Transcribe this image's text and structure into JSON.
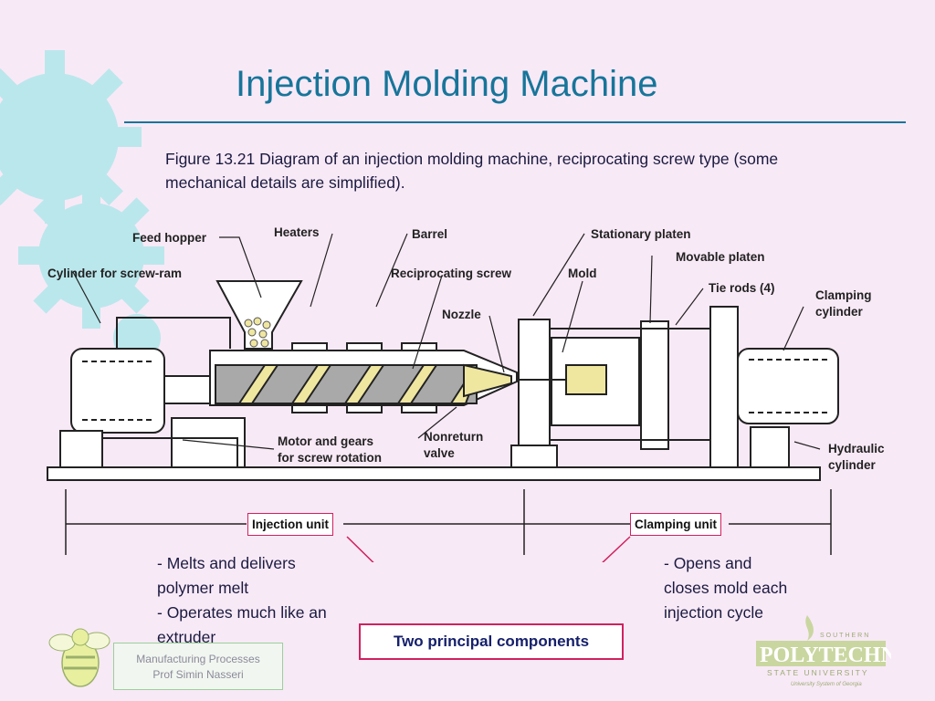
{
  "slide": {
    "title": "Injection Molding Machine",
    "caption": "Figure 13.21  Diagram of an injection molding machine, reciprocating screw type (some mechanical details are simplified)."
  },
  "diagram": {
    "labels": {
      "feed_hopper": "Feed hopper",
      "cylinder_screw_ram": "Cylinder for screw-ram",
      "heaters": "Heaters",
      "barrel": "Barrel",
      "reciprocating_screw": "Reciprocating screw",
      "nozzle": "Nozzle",
      "stationary_platen": "Stationary platen",
      "mold": "Mold",
      "movable_platen": "Movable platen",
      "tie_rods": "Tie rods (4)",
      "clamping_cylinder_1": "Clamping",
      "clamping_cylinder_2": "cylinder",
      "motor_gears_1": "Motor and gears",
      "motor_gears_2": "for screw rotation",
      "nonreturn_1": "Nonreturn",
      "nonreturn_2": "valve",
      "hydraulic_1": "Hydraulic",
      "hydraulic_2": "cylinder",
      "injection_unit": "Injection unit",
      "clamping_unit": "Clamping unit"
    }
  },
  "injection_desc": {
    "line1": "- Melts and delivers",
    "line2": "polymer melt",
    "line3": "- Operates much like an",
    "line4": "extruder"
  },
  "clamping_desc": {
    "line1": "- Opens and",
    "line2": "closes mold each",
    "line3": "injection cycle"
  },
  "principal": "Two principal components",
  "footer": {
    "line1": "Manufacturing Processes",
    "line2": "Prof Simin Nasseri"
  },
  "logo": {
    "top": "SOUTHERN",
    "main": "POLYTECHNIC",
    "sub": "STATE UNIVERSITY",
    "tag": "University System of Georgia"
  },
  "colors": {
    "title": "#17759a",
    "accent": "#d0215e",
    "background": "#f8e9f6",
    "gear": "#b4e8ec",
    "melt": "#efe6a0"
  }
}
